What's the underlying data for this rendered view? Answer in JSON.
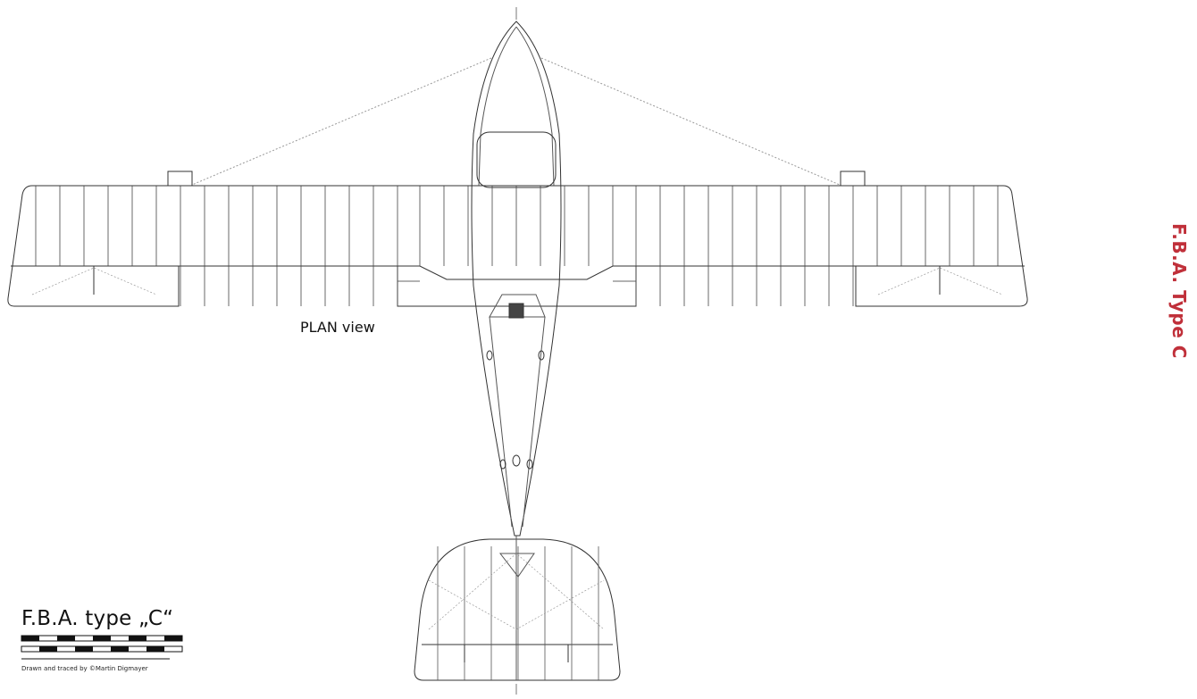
{
  "side_title": "F.B.A. Type C",
  "view_label": "PLAN view",
  "model_title": "F.B.A. type „C“",
  "credit": "Drawn and traced by ©Martin Digmayer",
  "colors": {
    "side_title": "#c0303a",
    "line": "#333333",
    "background": "#ffffff"
  }
}
